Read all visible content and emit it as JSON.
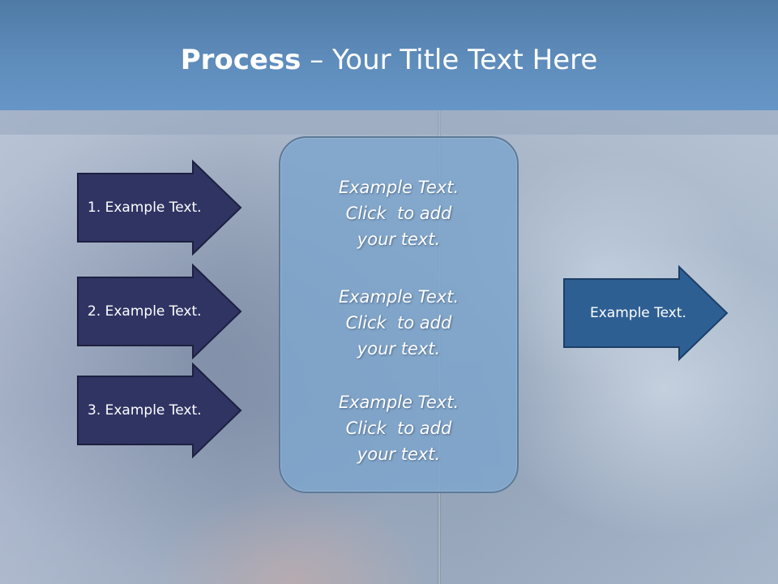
{
  "title": {
    "bold": "Process",
    "rest": " – Your Title Text Here"
  },
  "left_steps": [
    {
      "label": "1. Example Text."
    },
    {
      "label": "2. Example Text."
    },
    {
      "label": "3. Example Text."
    }
  ],
  "center_items": [
    {
      "line1": "Example Text.",
      "line2": "Click  to add",
      "line3": "your text."
    },
    {
      "line1": "Example Text.",
      "line2": "Click  to add",
      "line3": "your text."
    },
    {
      "line1": "Example Text.",
      "line2": "Click  to add",
      "line3": "your text."
    }
  ],
  "output": {
    "label": "Example Text."
  },
  "colors": {
    "header": "#5e8cbb",
    "step_arrow_fill": "#303463",
    "output_arrow_fill": "#2e5f93",
    "center_box_fill": "#7ea6cc"
  }
}
